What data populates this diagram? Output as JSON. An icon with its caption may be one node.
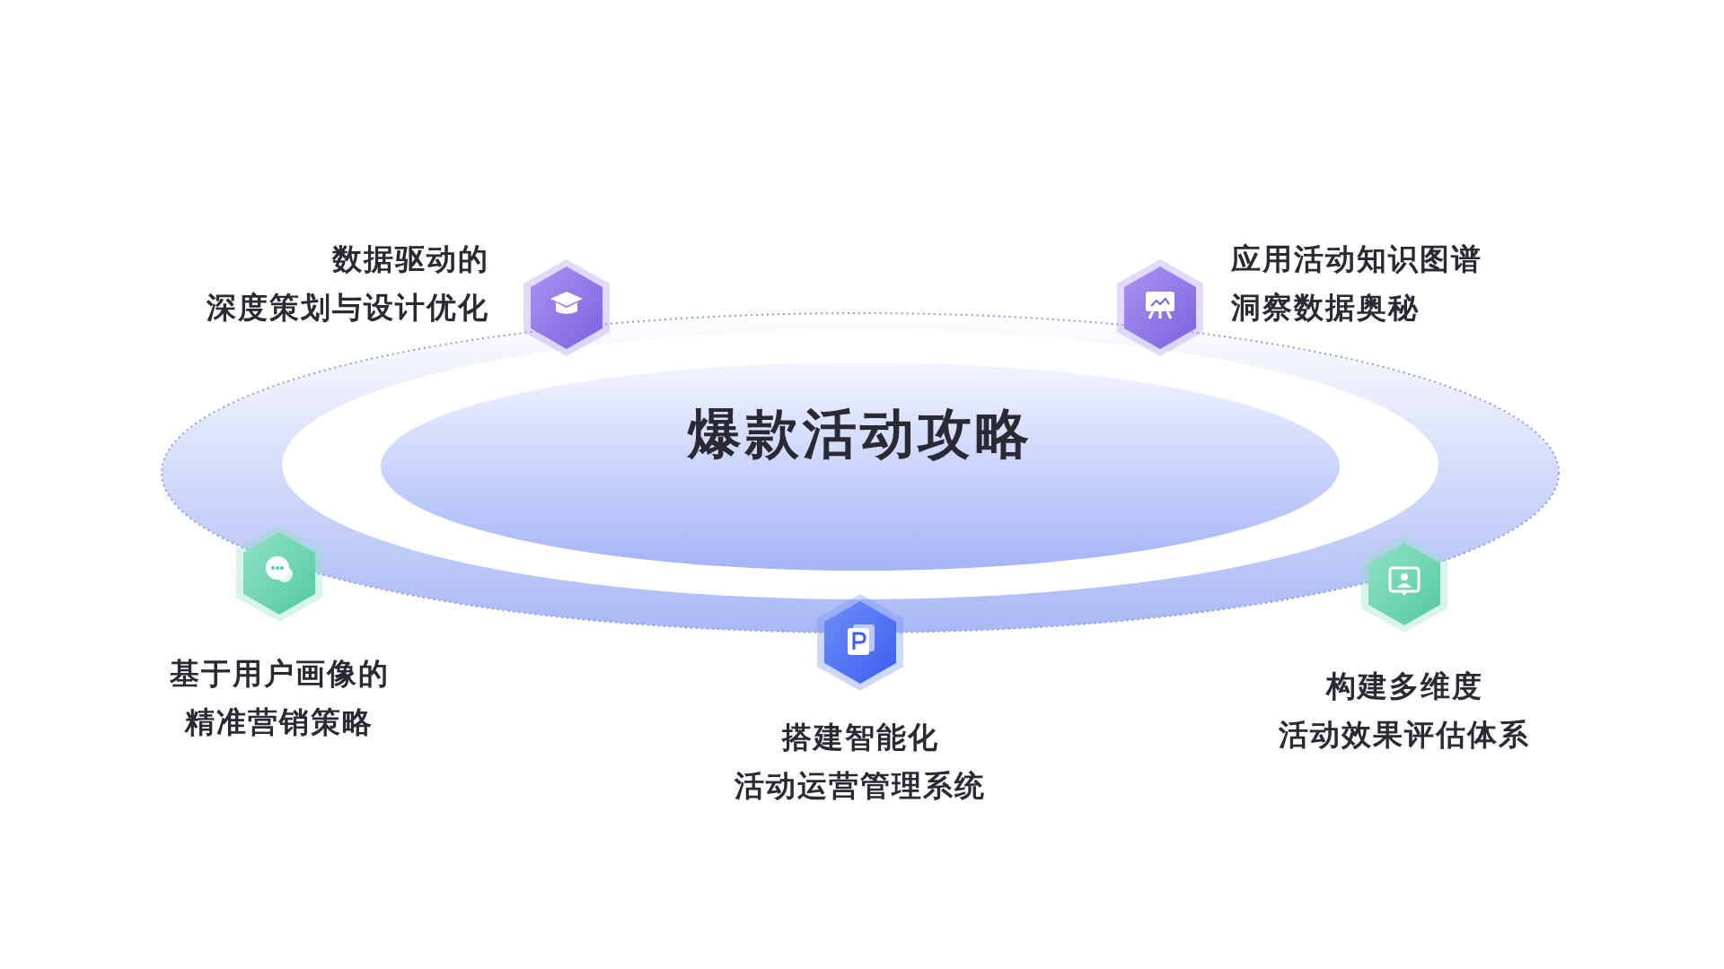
{
  "diagram": {
    "nodes": [
      {
        "text": [
          "爆款活动攻略"
        ]
      },
      {
        "text": [],
        "shape": "hexagon",
        "beside": [
          "数据驱动的深度策划与设计优化"
        ]
      },
      {
        "text": [],
        "shape": "hexagon",
        "beside": [
          "应用活动知识图谱洞察数据奥秘"
        ]
      },
      {
        "text": [],
        "shape": "hexagon",
        "beside": [
          "基于用户画像的精准营销策略"
        ]
      },
      {
        "text": [],
        "shape": "hexagon",
        "beside": [
          "搭建智能化活动运营管理系统"
        ]
      },
      {
        "text": [],
        "shape": "hexagon",
        "beside": [
          "构建多维度活动效果评估体系"
        ]
      }
    ],
    "edges": []
  }
}
